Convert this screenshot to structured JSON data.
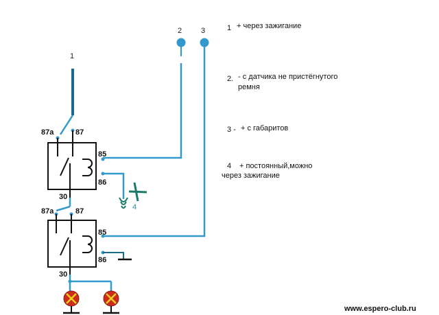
{
  "terminals": {
    "t1": "1",
    "t2": "2",
    "t3": "3",
    "t4": "4"
  },
  "relays": [
    {
      "pin_87a": "87a",
      "pin_87": "87",
      "pin_85": "85",
      "pin_86": "86",
      "pin_30": "30"
    },
    {
      "pin_87a": "87a",
      "pin_87": "87",
      "pin_85": "85",
      "pin_86": "86",
      "pin_30": "30"
    }
  ],
  "legend": [
    {
      "num": "1",
      "text": "+ через зажигание"
    },
    {
      "num": "2.",
      "text": "- с датчика не пристёгнутого",
      "text2": "ремня"
    },
    {
      "num": "3 -",
      "text": "+ с габаритов"
    },
    {
      "num": "4",
      "text": "+ постоянный,можно",
      "text2": "через зажигание"
    }
  ],
  "watermark": "www.espero-club.ru",
  "colors": {
    "wire": "#3399cc",
    "wire_dark": "#1a6b8a",
    "relay": "#111111",
    "plus": "#1a7a6a",
    "lamp": "#cc2b1d",
    "lamp_cross": "#f0d020",
    "teal": "#2e8b9a"
  }
}
